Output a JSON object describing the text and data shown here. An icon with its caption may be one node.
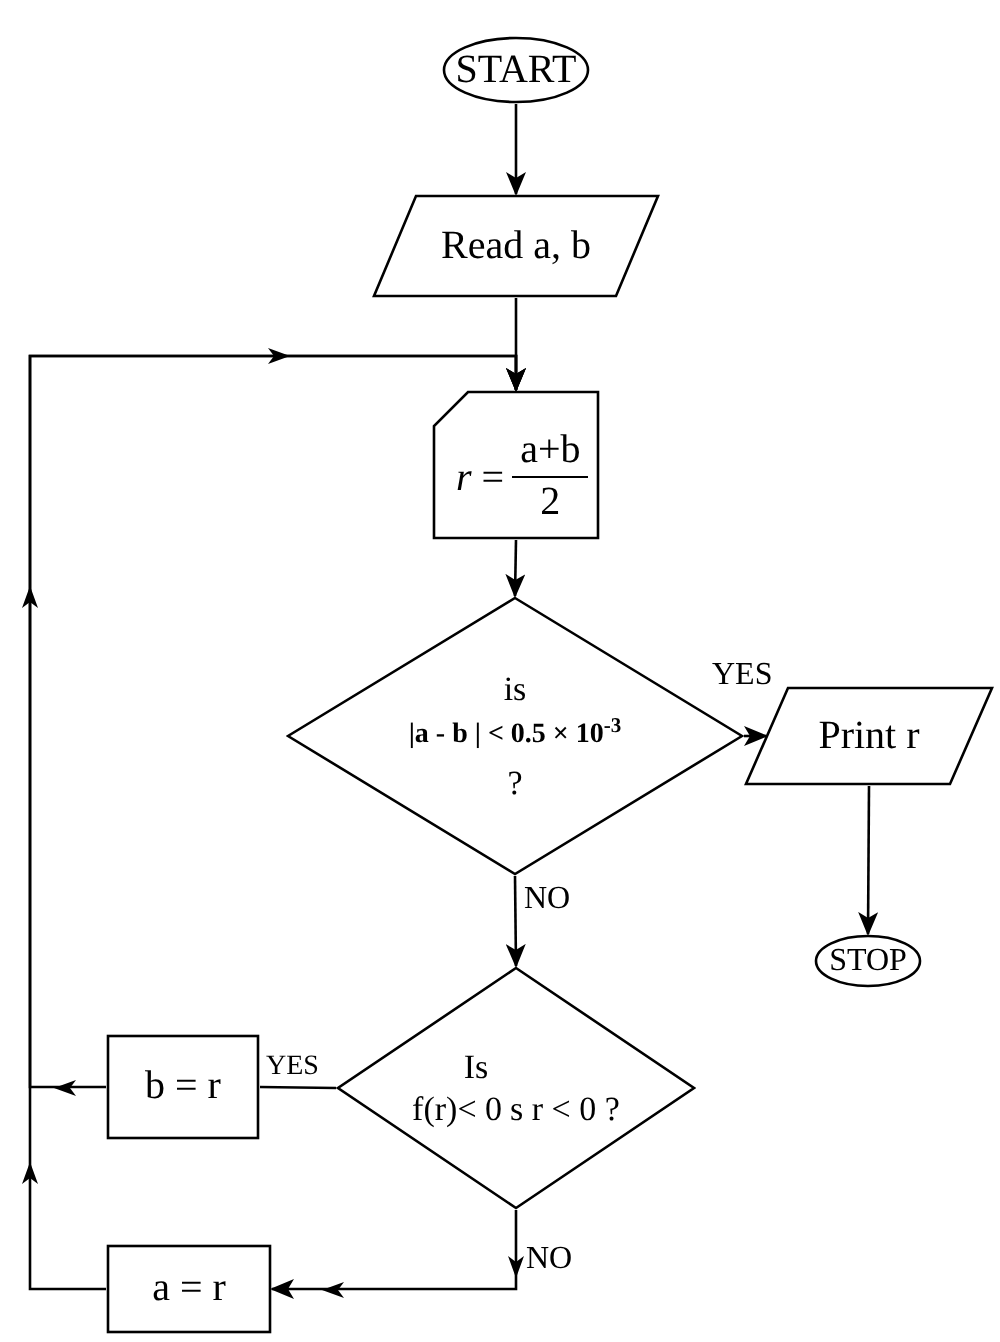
{
  "diagram": {
    "nodes": [
      {
        "text": [
          "START"
        ]
      },
      {
        "text": [
          "Read a, b"
        ]
      },
      {
        "text": [
          "*r* =",
          "a+b",
          "2"
        ]
      },
      {
        "text": [
          "is",
          "|a - b | < 0.5 × 10$^{-3}$",
          "?"
        ]
      },
      {
        "text": [
          "Print r"
        ]
      },
      {
        "text": [
          "STOP"
        ]
      },
      {
        "text": [
          "Is",
          "f(r)< 0",
          "s r < 0 ?"
        ]
      },
      {
        "text": [
          "b = r"
        ]
      },
      {
        "text": [
          "a = r"
        ]
      }
    ],
    "edges": [
      {
        "from": 0,
        "to": 1,
        "arrow": "to"
      },
      {
        "from": 1,
        "to": 2,
        "arrow": "to"
      },
      {
        "from": 2,
        "to": 3,
        "arrow": "to"
      },
      {
        "from": 3,
        "to": 4,
        "arrow": "to",
        "label": "YES"
      },
      {
        "from": 4,
        "to": 5,
        "arrow": "to"
      },
      {
        "from": 3,
        "to": 6,
        "arrow": "to",
        "label": "NO"
      },
      {
        "from": 6,
        "to": 7,
        "arrow": "none",
        "label": "YES"
      },
      {
        "from": 6,
        "to": 8,
        "arrow": "to",
        "label": "NO"
      },
      {
        "from": 7,
        "to": 2,
        "arrow": "to"
      },
      {
        "from": 8,
        "to": 2,
        "arrow": "to"
      }
    ]
  }
}
